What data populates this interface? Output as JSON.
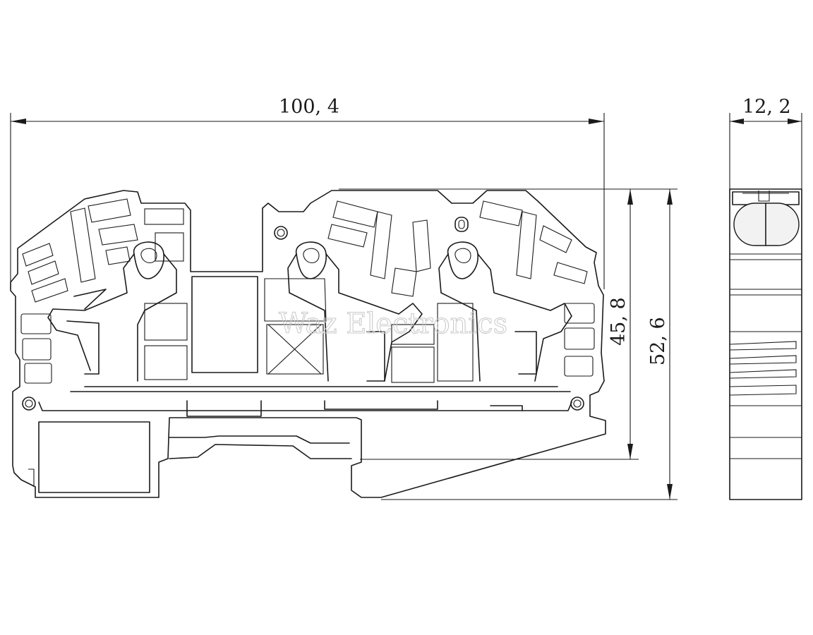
{
  "dimensions": {
    "overall_width": "100, 4",
    "height_small": "45, 8",
    "height_total": "52, 6",
    "side_width": "12, 2"
  },
  "watermark": "Waz Electronics"
}
